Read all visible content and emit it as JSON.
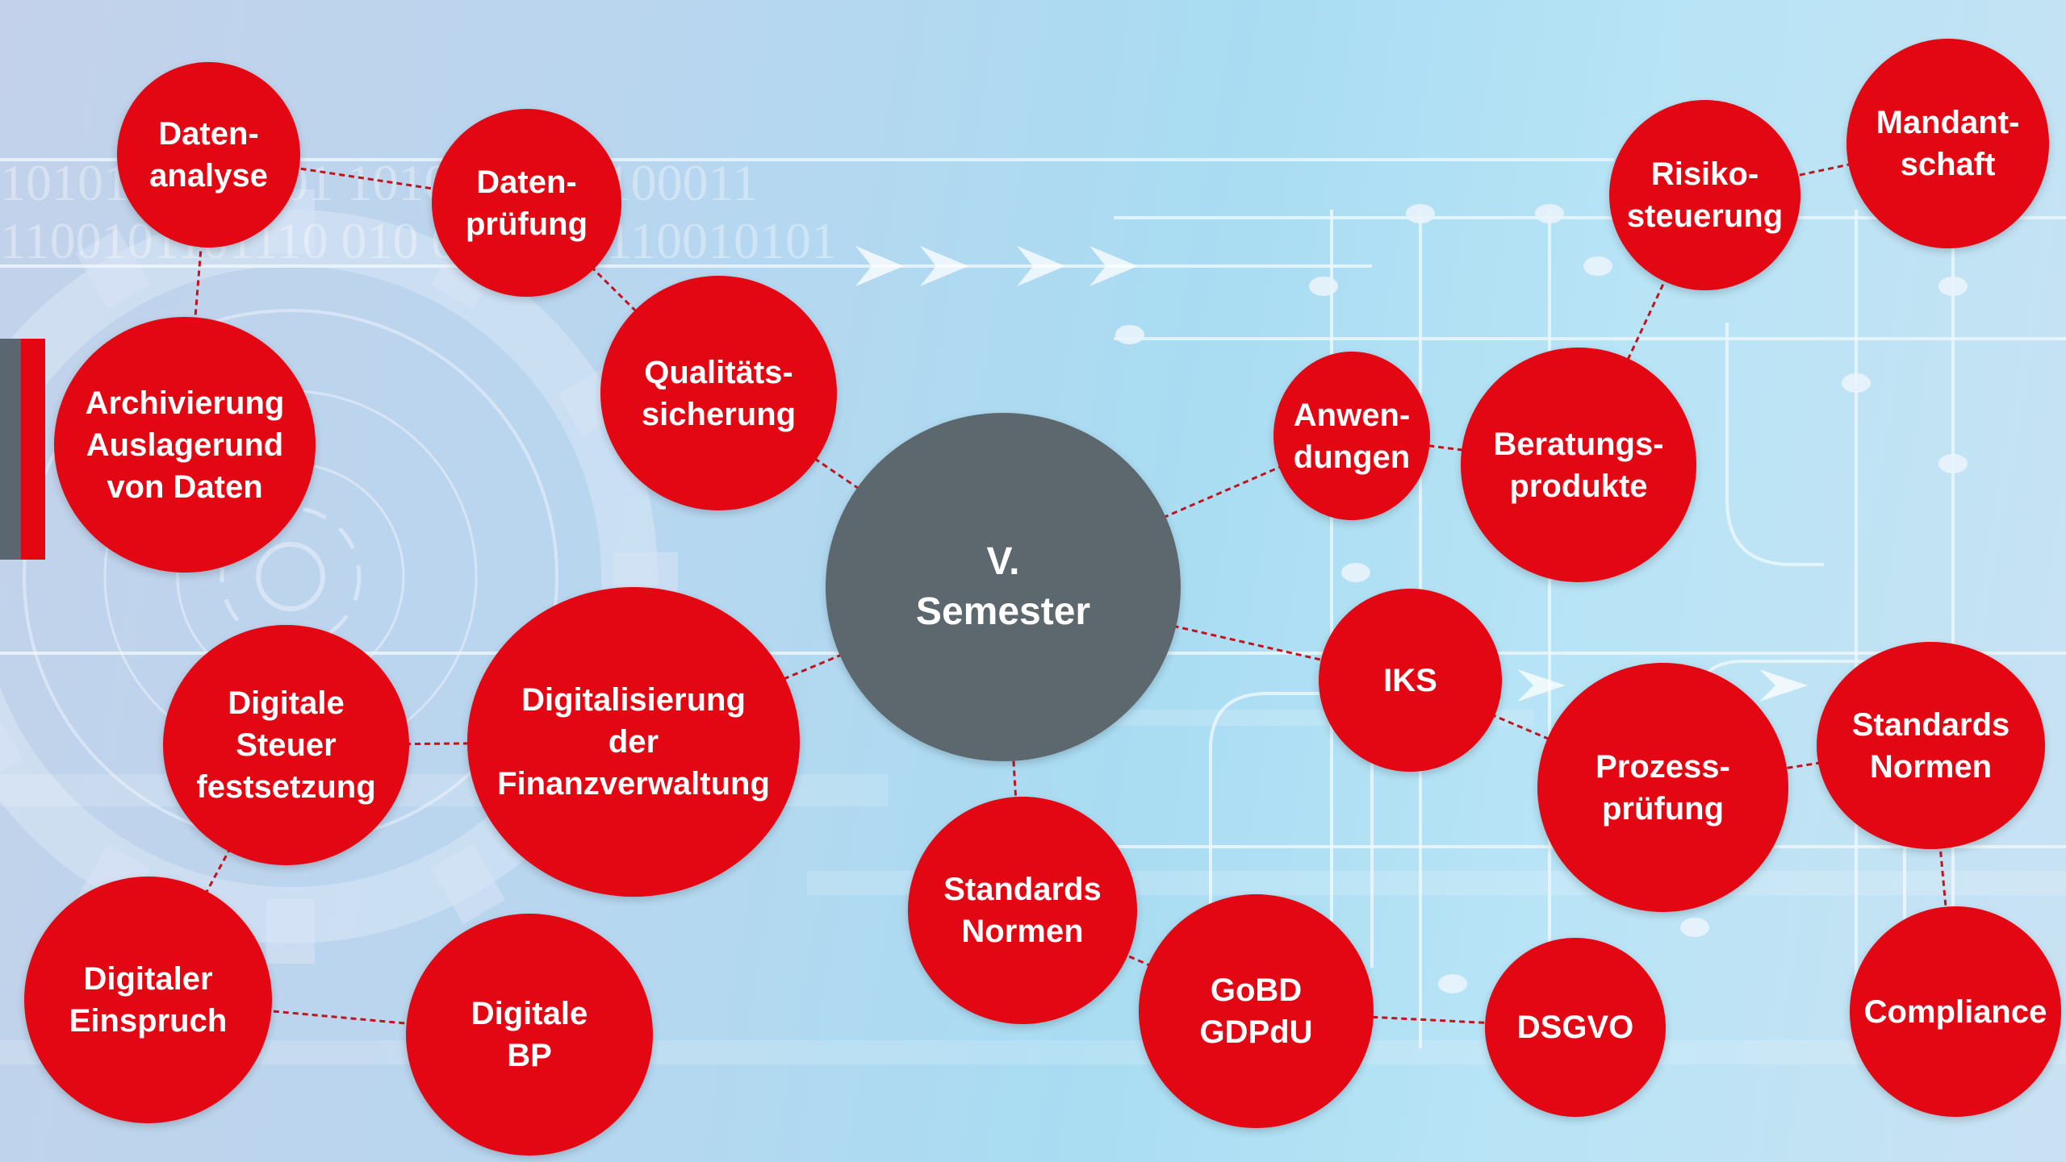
{
  "diagram": {
    "center": {
      "id": "semester",
      "label": "V.\nSemester"
    },
    "nodes": [
      {
        "id": "datenanalyse",
        "label": "Daten-\nanalyse"
      },
      {
        "id": "datenpruefung",
        "label": "Daten-\nprüfung"
      },
      {
        "id": "qualitaetssicherung",
        "label": "Qualitäts-\nsicherung"
      },
      {
        "id": "archivierung",
        "label": "Archivierung\nAuslagerund\nvon Daten"
      },
      {
        "id": "digitalisierung",
        "label": "Digitalisierung\nder\nFinanzverwaltung"
      },
      {
        "id": "digitale-steuer",
        "label": "Digitale\nSteuer\nfestsetzung"
      },
      {
        "id": "digitaler-einspruch",
        "label": "Digitaler\nEinspruch"
      },
      {
        "id": "digitale-bp",
        "label": "Digitale\nBP"
      },
      {
        "id": "standards-normen-1",
        "label": "Standards\nNormen"
      },
      {
        "id": "gobd",
        "label": "GoBD\nGDPdU"
      },
      {
        "id": "dsgvo",
        "label": "DSGVO"
      },
      {
        "id": "anwendungen",
        "label": "Anwen-\ndungen"
      },
      {
        "id": "beratungsprodukte",
        "label": "Beratungs-\nprodukte"
      },
      {
        "id": "risikosteuerung",
        "label": "Risiko-\nsteuerung"
      },
      {
        "id": "mandantschaft",
        "label": "Mandant-\nschaft"
      },
      {
        "id": "iks",
        "label": "IKS"
      },
      {
        "id": "prozesspruefung",
        "label": "Prozess-\nprüfung"
      },
      {
        "id": "standards-normen-2",
        "label": "Standards\nNormen"
      },
      {
        "id": "compliance",
        "label": "Compliance"
      }
    ],
    "edges": [
      [
        "semester",
        "qualitaetssicherung"
      ],
      [
        "qualitaetssicherung",
        "datenpruefung"
      ],
      [
        "datenpruefung",
        "datenanalyse"
      ],
      [
        "datenanalyse",
        "archivierung"
      ],
      [
        "semester",
        "digitalisierung"
      ],
      [
        "digitalisierung",
        "digitale-steuer"
      ],
      [
        "digitale-steuer",
        "digitaler-einspruch"
      ],
      [
        "digitaler-einspruch",
        "digitale-bp"
      ],
      [
        "semester",
        "standards-normen-1"
      ],
      [
        "standards-normen-1",
        "gobd"
      ],
      [
        "gobd",
        "dsgvo"
      ],
      [
        "semester",
        "anwendungen"
      ],
      [
        "anwendungen",
        "beratungsprodukte"
      ],
      [
        "beratungsprodukte",
        "risikosteuerung"
      ],
      [
        "risikosteuerung",
        "mandantschaft"
      ],
      [
        "semester",
        "iks"
      ],
      [
        "iks",
        "prozesspruefung"
      ],
      [
        "prozesspruefung",
        "standards-normen-2"
      ],
      [
        "standards-normen-2",
        "compliance"
      ]
    ],
    "colors": {
      "node": "#e30613",
      "center": "#5c686e",
      "edge": "#c0141e",
      "text": "#ffffff"
    },
    "background": {
      "binary_row_1": "10101 1101 101 1010100010100011",
      "binary_row_2": "1100101101110 010 0111001110010101"
    }
  }
}
